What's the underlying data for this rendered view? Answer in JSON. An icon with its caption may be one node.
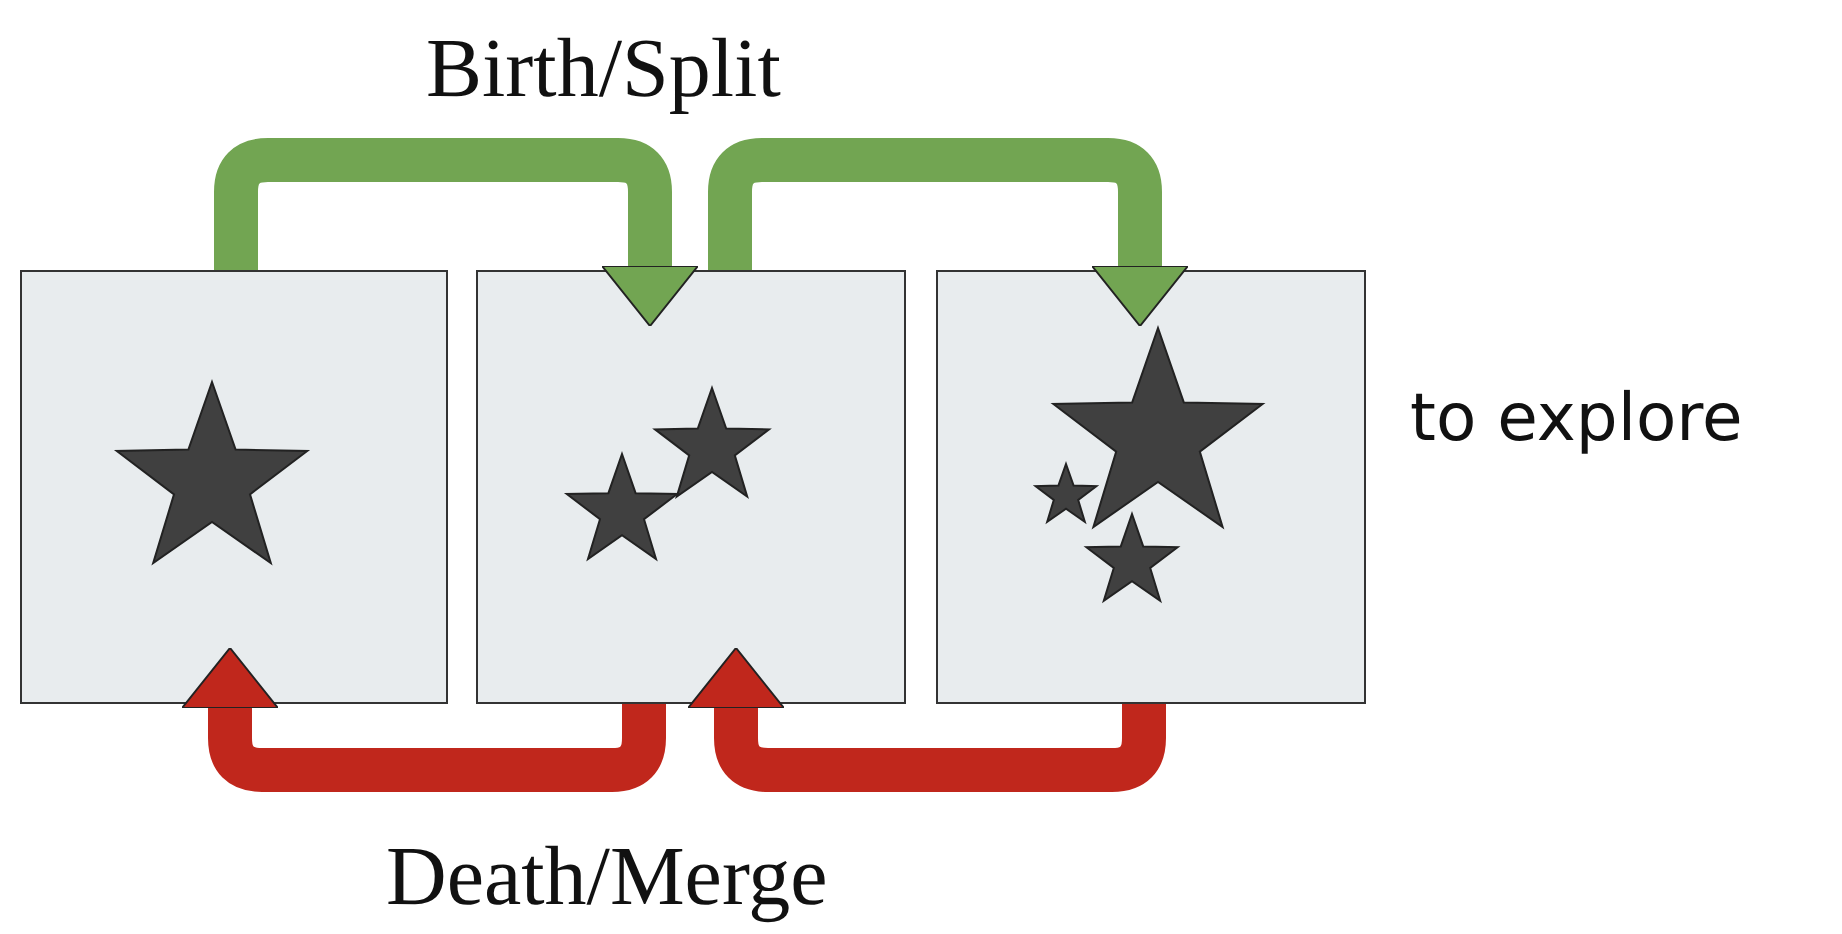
{
  "diagram": {
    "nodes": [
      {
        "text": [],
        "shape": "box"
      },
      {
        "text": [],
        "shape": "box"
      },
      {
        "text": [],
        "shape": "box"
      }
    ],
    "edges": [
      {
        "from": 0,
        "to": 1,
        "arrow": "to",
        "color": "#72a552"
      },
      {
        "from": 1,
        "to": 2,
        "arrow": "to",
        "color": "#72a552"
      },
      {
        "from": 1,
        "to": 0,
        "arrow": "to",
        "color": "#c0271c"
      },
      {
        "from": 2,
        "to": 1,
        "arrow": "to",
        "color": "#c0271c"
      }
    ],
    "labels": [
      "Birth/Split",
      "Death/Merge",
      "to explore"
    ]
  }
}
